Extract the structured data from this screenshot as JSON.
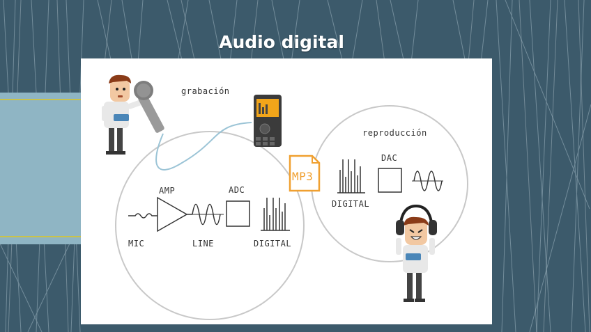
{
  "slide": {
    "title": "Audio digital"
  },
  "diagram": {
    "recording_label": "grabación",
    "playback_label": "reproducción",
    "mp3_label": "MP3",
    "mic_label": "MIC",
    "amp_label": "AMP",
    "line_label": "LINE",
    "adc_label": "ADC",
    "digital_label_rec": "DIGITAL",
    "dac_label": "DAC",
    "digital_label_play": "DIGITAL"
  }
}
